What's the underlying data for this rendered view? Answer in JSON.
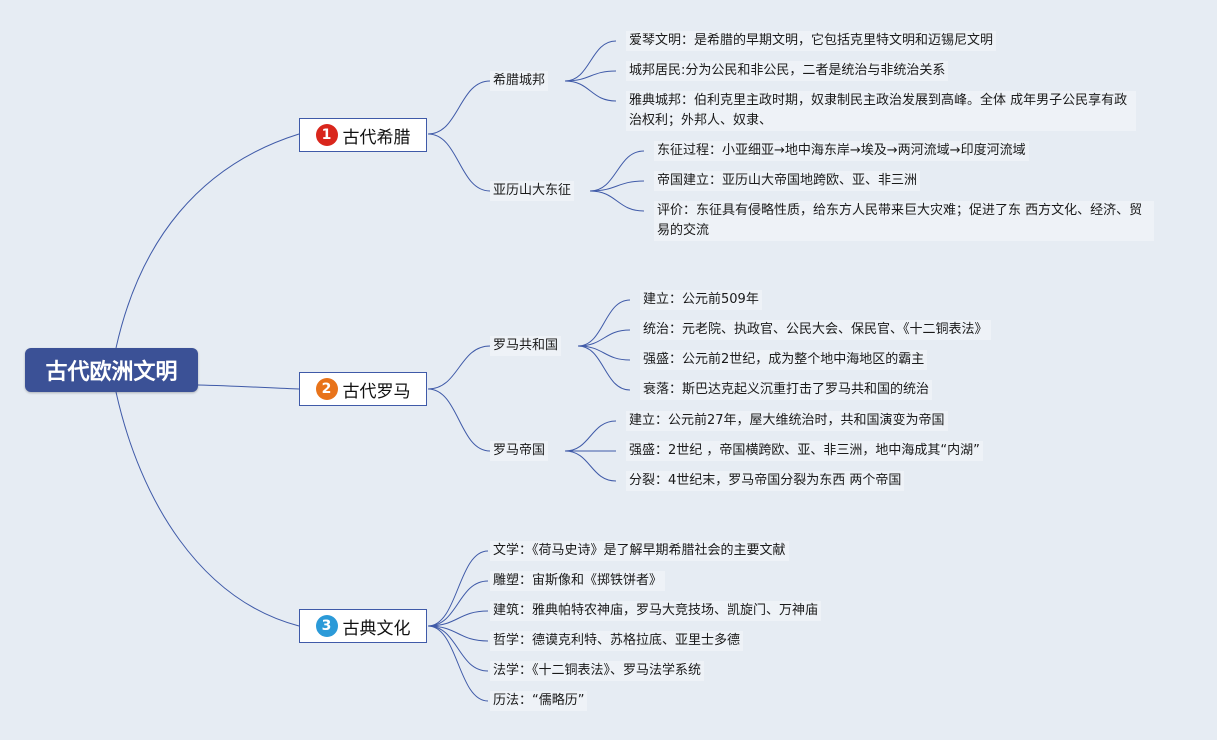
{
  "root": {
    "label": "古代欧洲文明"
  },
  "branches": [
    {
      "number": "1",
      "label": "古代希腊",
      "badge_color": "#d9261c",
      "children": [
        {
          "label": "希腊城邦",
          "leaves": [
            "爱琴文明：是希腊的早期文明，它包括克里特文明和迈锡尼文明",
            "城邦居民:分为公民和非公民，二者是统治与非统治关系",
            "雅典城邦：伯利克里主政时期，奴隶制民主政治发展到高峰。全体 成年男子公民享有政治权利；外邦人、奴隶、"
          ]
        },
        {
          "label": "亚历山大东征",
          "leaves": [
            "东征过程：小亚细亚→地中海东岸→埃及→两河流域→印度河流域",
            "帝国建立：亚历山大帝国地跨欧、亚、非三洲",
            "评价：东征具有侵略性质，给东方人民带来巨大灾难；促进了东 西方文化、经济、贸易的交流"
          ]
        }
      ]
    },
    {
      "number": "2",
      "label": "古代罗马",
      "badge_color": "#e8731a",
      "children": [
        {
          "label": "罗马共和国",
          "leaves": [
            "建立：公元前509年",
            "统治：元老院、执政官、公民大会、保民官、《十二铜表法》",
            "强盛：公元前2世纪，成为整个地中海地区的霸主",
            "衰落：斯巴达克起义沉重打击了罗马共和国的统治"
          ]
        },
        {
          "label": "罗马帝国",
          "leaves": [
            "建立：公元前27年，屋大维统治时，共和国演变为帝国",
            "强盛：2世纪 ，帝国横跨欧、亚、非三洲，地中海成其“内湖”",
            "分裂：4世纪末，罗马帝国分裂为东西 两个帝国"
          ]
        }
      ]
    },
    {
      "number": "3",
      "label": "古典文化",
      "badge_color": "#2b9ad8",
      "leaves": [
        "文学：《荷马史诗》是了解早期希腊社会的主要文献",
        "雕塑：宙斯像和《掷铁饼者》",
        "建筑：雅典帕特农神庙，罗马大竞技场、凯旋门、万神庙",
        "哲学：德谟克利特、苏格拉底、亚里士多德",
        "法学：《十二铜表法》、罗马法学系统",
        "历法：“儒略历”"
      ]
    }
  ]
}
